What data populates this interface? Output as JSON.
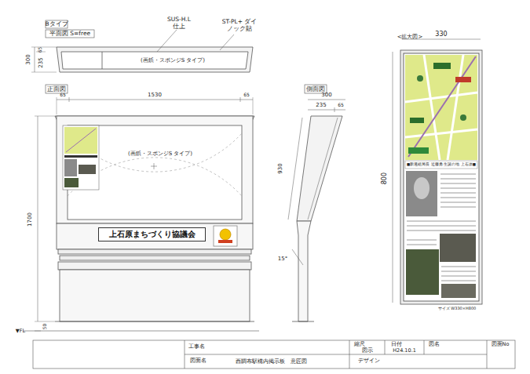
{
  "diagram": {
    "nodes": [
      {
        "text": [
          "上石原まちづくり協議会"
        ]
      }
    ],
    "labels": [
      "Bタイプ",
      "平面図 S=free",
      "SUS-H.L 仕上",
      "ST-PL+ ダイノック貼",
      "(画鋲・スポンジS タイプ)",
      "300",
      "65",
      "235",
      "正面図",
      "65",
      "1530",
      "65",
      "(画鋲・スポンジS タイプ)",
      "1700",
      "50",
      "▼FL",
      "側面図",
      "300",
      "235",
      "65",
      "930",
      "15°",
      "<拡大図>",
      "330",
      "800",
      "■新選組局長 近藤勇 生誕の地 上石原■",
      "サイズ W330×H800",
      "工事名",
      "図面名",
      "西調布駅構内掲示板　意匠図",
      "縮尺",
      "図示",
      "日付",
      "H24.10.1",
      "図名",
      "デザイン",
      "図面No"
    ]
  }
}
